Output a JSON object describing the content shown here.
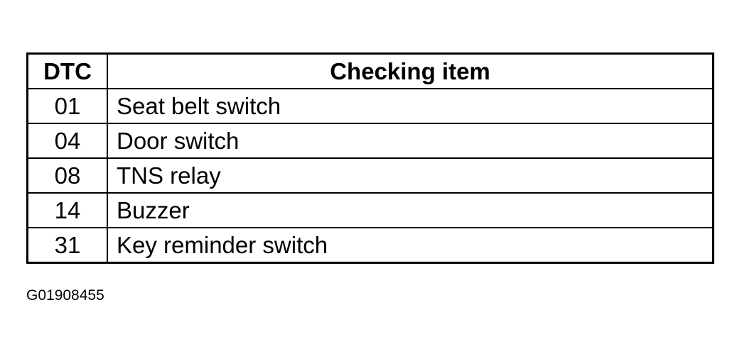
{
  "table": {
    "headers": {
      "dtc": "DTC",
      "item": "Checking item"
    },
    "rows": [
      {
        "dtc": "01",
        "item": "Seat belt switch"
      },
      {
        "dtc": "04",
        "item": "Door switch"
      },
      {
        "dtc": "08",
        "item": "TNS relay"
      },
      {
        "dtc": "14",
        "item": "Buzzer"
      },
      {
        "dtc": "31",
        "item": "Key reminder switch"
      }
    ]
  },
  "figure_id": "G01908455"
}
